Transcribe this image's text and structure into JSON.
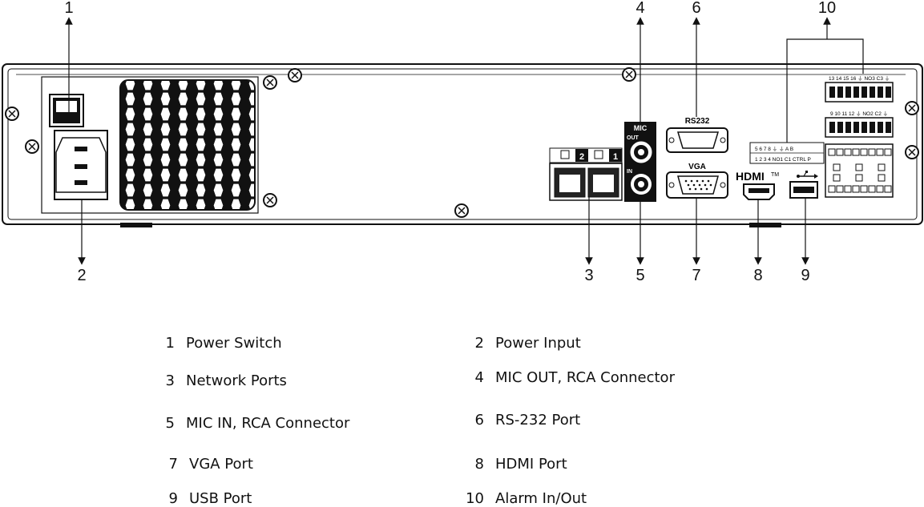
{
  "callouts": [
    "1",
    "2",
    "3",
    "4",
    "5",
    "6",
    "7",
    "8",
    "9",
    "10"
  ],
  "panel": {
    "mic_label": "MIC",
    "mic_out": "OUT",
    "mic_in": "IN",
    "rs232_label": "RS232",
    "vga_label": "VGA",
    "hdmi_label": "HDMI",
    "hdmi_tm": "TM",
    "lan_port_2": "2",
    "lan_port_1": "1",
    "alarm_top_row": "13 14 15 16 ⏚ NO3 C3 ⏚",
    "alarm_mid_row": "9 10 11 12 ⏚ NO2 C2 ⏚",
    "alarm_low_row_top": "5 6 7 8 ⏚ ⏚ A B",
    "alarm_low_row_bottom": "1 2 3 4 NO1 C1 CTRL P"
  },
  "legend": [
    {
      "num": "1",
      "text": "Power Switch"
    },
    {
      "num": "2",
      "text": "Power Input"
    },
    {
      "num": "3",
      "text": "Network Ports"
    },
    {
      "num": "4",
      "text": "MIC OUT, RCA Connector"
    },
    {
      "num": "5",
      "text": "MIC IN, RCA Connector"
    },
    {
      "num": "6",
      "text": "RS-232 Port"
    },
    {
      "num": "7",
      "text": "VGA Port"
    },
    {
      "num": "8",
      "text": "HDMI Port"
    },
    {
      "num": "9",
      "text": "USB Port"
    },
    {
      "num": "10",
      "text": "Alarm In/Out"
    }
  ]
}
